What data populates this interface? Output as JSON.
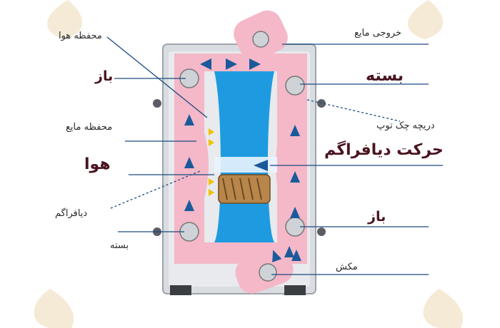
{
  "labels": {
    "air_chamber": "محفظه هوا",
    "liquid_outlet": "خروجی مایع",
    "open_top_left": "باز",
    "closed_top_right": "بسته",
    "liquid_chamber": "محفظه مایع",
    "ball_check_valve": "دریچه چک توپ",
    "diaphragm_movement": "حرکت دیافراگم",
    "air": "هوا",
    "diaphragm": "دیافراگم",
    "open_bottom_right": "باز",
    "closed_bottom_left": "بسته",
    "suction": "مکش"
  },
  "colors": {
    "label_dark": "#4a1520",
    "label_small": "#2a2a2a",
    "liquid_path": "#f4b8c8",
    "air_core": "#1e9be0",
    "housing": "#d9dce0",
    "arrow": "#1a5a9a",
    "watermark": "#f3e6cf"
  },
  "icons": [
    "watermark-drop-icon",
    "ball-valve-icon",
    "flow-arrow-icon",
    "piston-spring-icon"
  ]
}
